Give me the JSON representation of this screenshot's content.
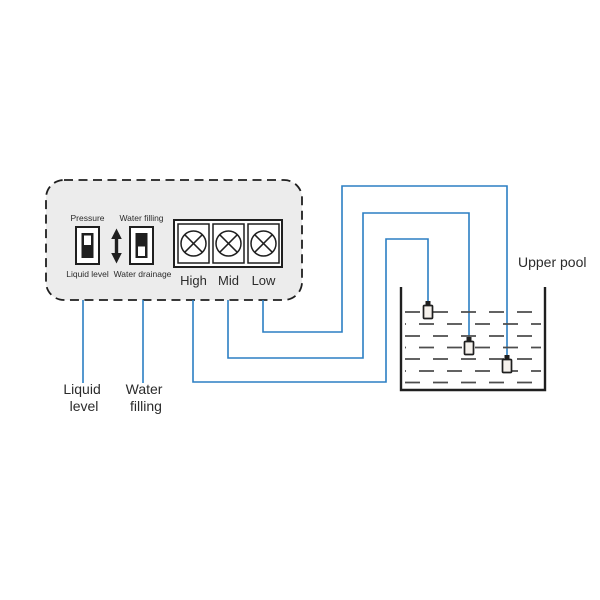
{
  "colors": {
    "background": "#ffffff",
    "wire": "#2b7fc3",
    "panel_fill": "#ececec",
    "outline": "#1f1f1f",
    "water": "#4d4d4d",
    "text_color": "#2b2b2b"
  },
  "panel": {
    "switches": [
      {
        "top_label": "Pressure",
        "bottom_label": "Liquid level",
        "knob": "up"
      },
      {
        "top_label": "Water filling",
        "bottom_label": "Water drainage",
        "knob": "down"
      }
    ],
    "indicators": [
      {
        "label": "High"
      },
      {
        "label": "Mid"
      },
      {
        "label": "Low"
      }
    ]
  },
  "labels": {
    "liquid_level": {
      "line1": "Liquid",
      "line2": "level"
    },
    "water_filling": {
      "line1": "Water",
      "line2": "filling"
    },
    "upper_pool": "Upper pool"
  },
  "pool": {
    "floats": [
      {
        "level": "high"
      },
      {
        "level": "mid"
      },
      {
        "level": "low"
      }
    ]
  },
  "wiring": [
    {
      "from": "High",
      "to": "highest-float"
    },
    {
      "from": "Mid",
      "to": "middle-float"
    },
    {
      "from": "Low",
      "to": "lowest-float"
    }
  ]
}
